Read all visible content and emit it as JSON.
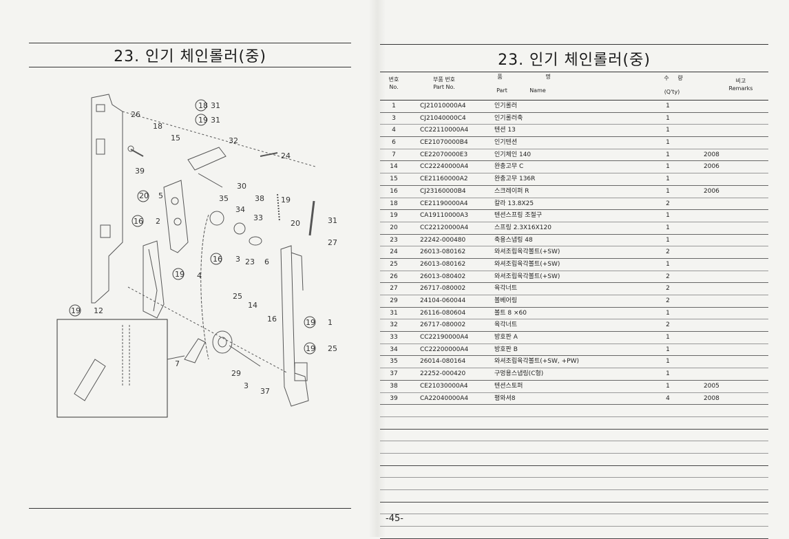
{
  "left": {
    "title": "23. 인기 체인롤러(중)"
  },
  "right": {
    "title": "23. 인기 체인롤러(중)",
    "headers": {
      "no_ko": "번호",
      "no_en": "No.",
      "part_ko": "부품 번호",
      "part_en": "Part No.",
      "name_ko1": "품",
      "name_ko2": "명",
      "name_en1": "Part",
      "name_en2": "Name",
      "qty_ko1": "수",
      "qty_ko2": "량",
      "qty_en": "(Q'ty)",
      "rem_ko": "비고",
      "rem_en": "Remarks"
    },
    "rows": [
      {
        "no": "1",
        "part": "CJ21010000A4",
        "name": "인기롤러",
        "qty": "1",
        "rem": ""
      },
      {
        "no": "3",
        "part": "CJ21040000C4",
        "name": "인기롤러축",
        "qty": "1",
        "rem": ""
      },
      {
        "no": "4",
        "part": "CC22110000A4",
        "name": "텐션 13",
        "qty": "1",
        "rem": ""
      },
      {
        "no": "6",
        "part": "CE21070000B4",
        "name": "인기텐션",
        "qty": "1",
        "rem": ""
      },
      {
        "no": "7",
        "part": "CE22070000E3",
        "name": "인기체인 140",
        "qty": "1",
        "rem": "2008"
      },
      {
        "no": "14",
        "part": "CC22240000A4",
        "name": "완충고무 C",
        "qty": "1",
        "rem": "2006"
      },
      {
        "no": "15",
        "part": "CE21160000A2",
        "name": "완충고무 136R",
        "qty": "1",
        "rem": ""
      },
      {
        "no": "16",
        "part": "CJ23160000B4",
        "name": "스크레이퍼 R",
        "qty": "1",
        "rem": "2006"
      },
      {
        "no": "18",
        "part": "CE21190000A4",
        "name": "칼라 13.8X25",
        "qty": "2",
        "rem": ""
      },
      {
        "no": "19",
        "part": "CA19110000A3",
        "name": "텐션스프링 조절구",
        "qty": "1",
        "rem": ""
      },
      {
        "no": "20",
        "part": "CC22120000A4",
        "name": "스프링 2.3X16X120",
        "qty": "1",
        "rem": ""
      },
      {
        "no": "23",
        "part": "22242-000480",
        "name": "축용스냅링 48",
        "qty": "1",
        "rem": ""
      },
      {
        "no": "24",
        "part": "26013-080162",
        "name": "와셔조립육각볼트(+SW)",
        "qty": "2",
        "rem": ""
      },
      {
        "no": "25",
        "part": "26013-080162",
        "name": "와셔조립육각볼트(+SW)",
        "qty": "1",
        "rem": ""
      },
      {
        "no": "26",
        "part": "26013-080402",
        "name": "와셔조립육각볼트(+SW)",
        "qty": "2",
        "rem": ""
      },
      {
        "no": "27",
        "part": "26717-080002",
        "name": "육각너트",
        "qty": "2",
        "rem": ""
      },
      {
        "no": "29",
        "part": "24104-060044",
        "name": "볼베어링",
        "qty": "2",
        "rem": ""
      },
      {
        "no": "31",
        "part": "26116-080604",
        "name": "볼트 8 ×60",
        "qty": "1",
        "rem": ""
      },
      {
        "no": "32",
        "part": "26717-080002",
        "name": "육각너트",
        "qty": "2",
        "rem": ""
      },
      {
        "no": "33",
        "part": "CC22190000A4",
        "name": "방호판 A",
        "qty": "1",
        "rem": ""
      },
      {
        "no": "34",
        "part": "CC22200000A4",
        "name": "방호판 B",
        "qty": "1",
        "rem": ""
      },
      {
        "no": "35",
        "part": "26014-080164",
        "name": "와셔조립육각볼트(+SW, +PW)",
        "qty": "1",
        "rem": ""
      },
      {
        "no": "37",
        "part": "22252-000420",
        "name": "구멍용스냅링(C형)",
        "qty": "1",
        "rem": ""
      },
      {
        "no": "38",
        "part": "CE21030000A4",
        "name": "텐션스토퍼",
        "qty": "1",
        "rem": "2005"
      },
      {
        "no": "39",
        "part": "CA22040000A4",
        "name": "평와셔8",
        "qty": "4",
        "rem": "2008"
      }
    ],
    "page_number": "-45-"
  },
  "diagram_labels": {
    "l18a": "18",
    "l31a": "31",
    "l19a": "19",
    "l31b": "31",
    "l26": "26",
    "l18b": "18",
    "l15": "15",
    "l32": "32",
    "l24": "24",
    "l39": "39",
    "l30": "30",
    "l20": "20",
    "l5": "5",
    "l35": "35",
    "l38": "38",
    "l19b": "19",
    "l34": "34",
    "l33": "33",
    "l16a": "16",
    "l2": "2",
    "l31c": "31",
    "l20b": "20",
    "l27": "27",
    "l16b": "16",
    "l3": "3",
    "l23": "23",
    "l6": "6",
    "l19c": "19",
    "l4": "4",
    "l19d": "19",
    "l12": "12",
    "l25a": "25",
    "l14": "14",
    "l16c": "16",
    "l19e": "19",
    "l1": "1",
    "l7": "7",
    "l29": "29",
    "l3b": "3",
    "l37": "37",
    "l19f": "19",
    "l25b": "25"
  }
}
